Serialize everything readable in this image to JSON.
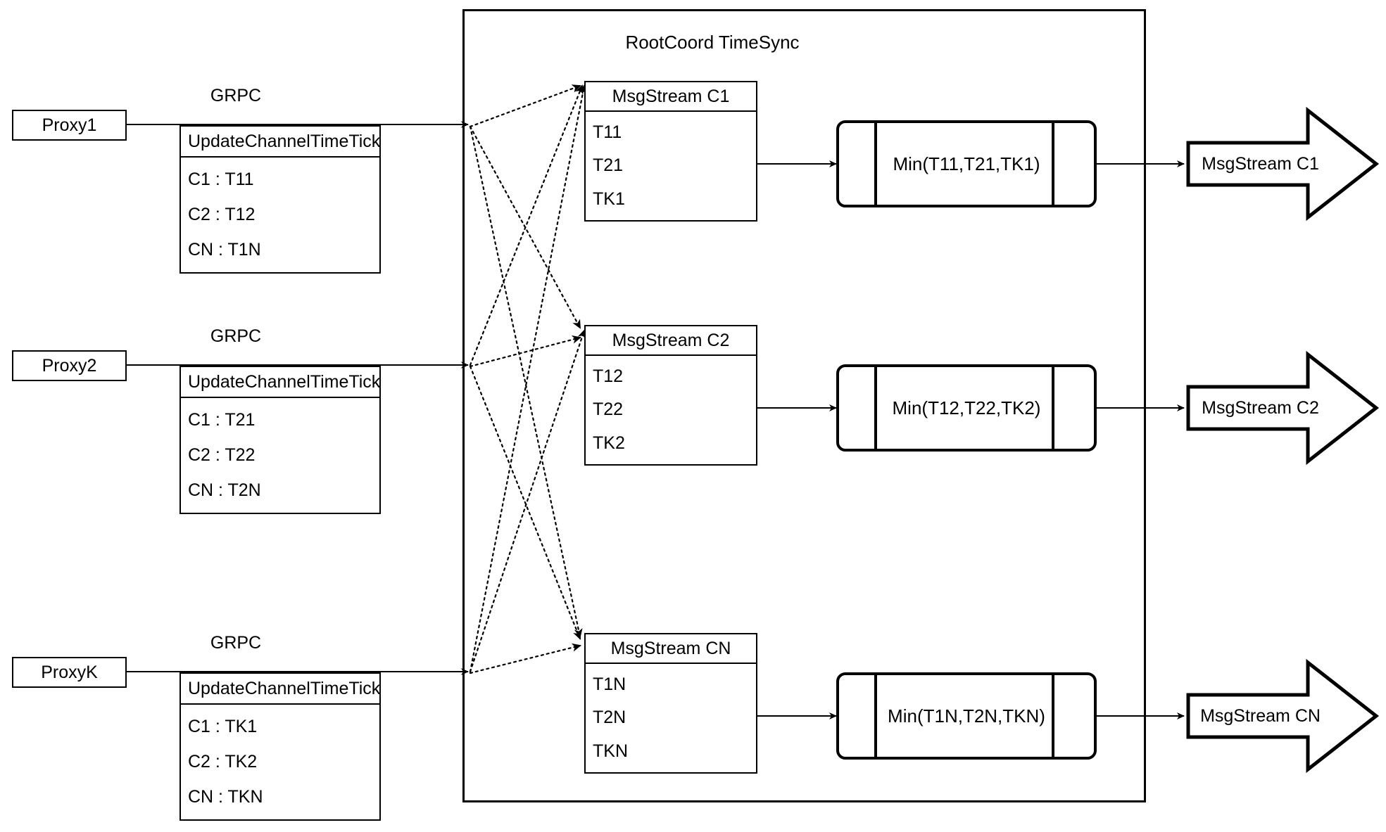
{
  "diagram": {
    "title": "RootCoord TimeSync",
    "container_label": "RootCoord TimeSync",
    "grpc_label": "GRPC",
    "tick_header": "UpdateChannelTimeTick",
    "colors": {
      "stroke": "#000000",
      "background": "#ffffff"
    }
  },
  "proxies": [
    {
      "name": "Proxy1",
      "grpc": "GRPC",
      "tick_header": "UpdateChannelTimeTick",
      "rows": [
        "C1 :  T11",
        "C2 :  T12",
        "CN : T1N"
      ]
    },
    {
      "name": "Proxy2",
      "grpc": "GRPC",
      "tick_header": "UpdateChannelTimeTick",
      "rows": [
        "C1 :  T21",
        "C2 :  T22",
        "CN : T2N"
      ]
    },
    {
      "name": "ProxyK",
      "grpc": "GRPC",
      "tick_header": "UpdateChannelTimeTick",
      "rows": [
        "C1 :  TK1",
        "C2 :  TK2",
        "CN : TKN"
      ]
    }
  ],
  "msgstreams": [
    {
      "header": "MsgStream C1",
      "rows": [
        "T11",
        "T21",
        "TK1"
      ]
    },
    {
      "header": "MsgStream C2",
      "rows": [
        "T12",
        "T22",
        "TK2"
      ]
    },
    {
      "header": "MsgStream CN",
      "rows": [
        "T1N",
        "T2N",
        "TKN"
      ]
    }
  ],
  "minboxes": [
    {
      "label": "Min(T11,T21,TK1)"
    },
    {
      "label": "Min(T12,T22,TK2)"
    },
    {
      "label": "Min(T1N,T2N,TKN)"
    }
  ],
  "outputs": [
    {
      "label": "MsgStream C1"
    },
    {
      "label": "MsgStream C2"
    },
    {
      "label": "MsgStream CN"
    }
  ]
}
